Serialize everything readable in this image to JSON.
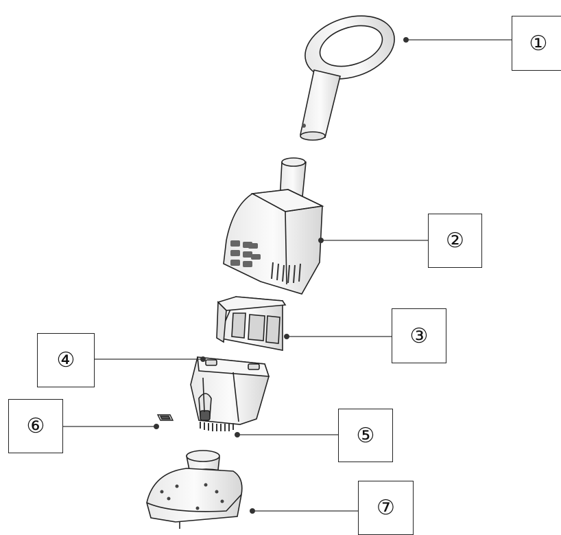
{
  "diagram": {
    "type": "exploded-parts-view",
    "callouts": [
      {
        "id": "1",
        "label": "①",
        "part": "handle"
      },
      {
        "id": "2",
        "label": "②",
        "part": "motor-housing"
      },
      {
        "id": "3",
        "label": "③",
        "part": "filter-cage"
      },
      {
        "id": "4",
        "label": "④",
        "part": "debris-canister"
      },
      {
        "id": "5",
        "label": "⑤",
        "part": "canister-bottom-bristles"
      },
      {
        "id": "6",
        "label": "⑥",
        "part": "small-clip"
      },
      {
        "id": "7",
        "label": "⑦",
        "part": "vacuum-head"
      }
    ],
    "colors": {
      "stroke": "#222222",
      "fill": "#f2f2f2",
      "shade": "#d9d9d9",
      "dark": "#555555"
    }
  }
}
